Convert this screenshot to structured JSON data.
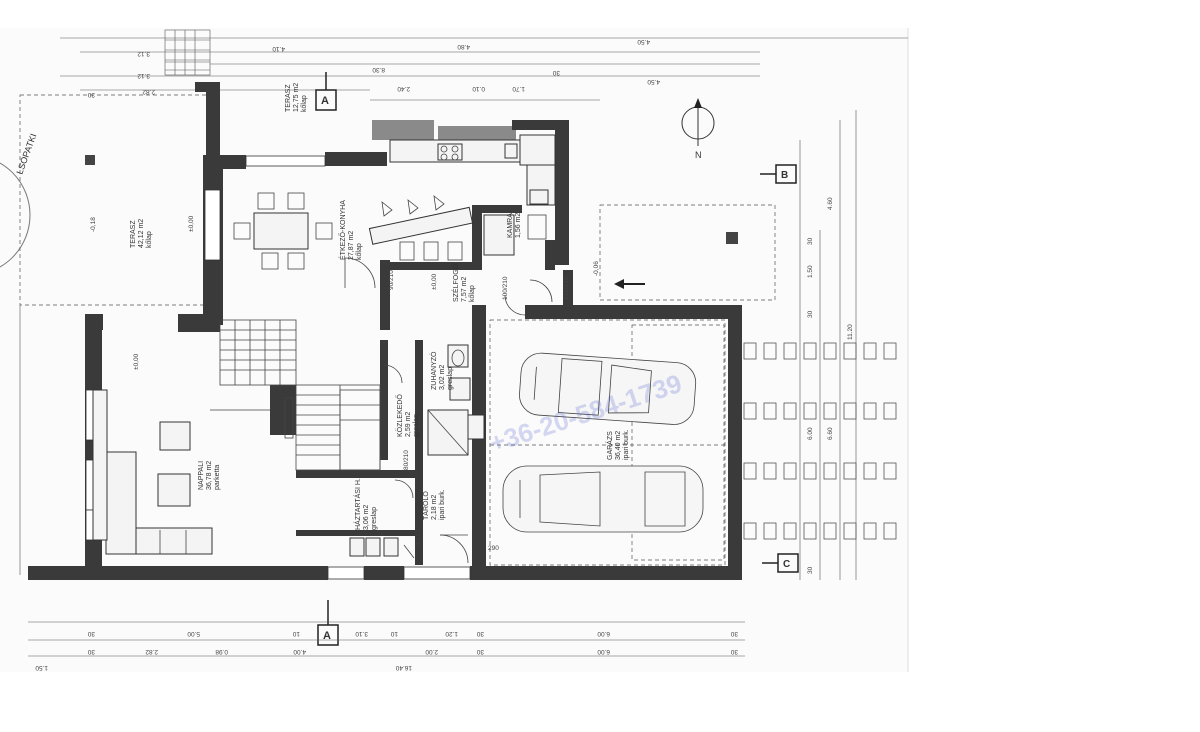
{
  "watermark": "+36-20-584-1739",
  "north_label": "N",
  "section_marks": {
    "A_top": "A",
    "A_bottom": "A",
    "B": "B",
    "C": "C"
  },
  "stamp_text": "LSÓPATKI",
  "rooms": {
    "terasz_small": {
      "name": "TERASZ",
      "area": "12,75 m2",
      "floor": "kőlap"
    },
    "terasz_large": {
      "name": "TERASZ",
      "area": "42,12 m2",
      "floor": "kőlap"
    },
    "etkezo_konyha": {
      "name": "ÉTKEZŐ-KONYHA",
      "area": "27,87 m2",
      "floor": "kőlap"
    },
    "kamra": {
      "name": "KAMRA",
      "area": "1,56 m2",
      "floor": "kőlap"
    },
    "szelfogo": {
      "name": "SZÉLFOGÓ",
      "area": "7,57 m2",
      "floor": "kőlap"
    },
    "nappali": {
      "name": "NAPPALI",
      "area": "36,78 m2",
      "floor": "parketta"
    },
    "kozlekedo": {
      "name": "KÖZLEKEDŐ",
      "area": "2,59 m2",
      "floor": "greslap"
    },
    "zuhanyzo": {
      "name": "ZUHANYZÓ",
      "area": "3,02 m2",
      "floor": "greslap"
    },
    "hazt_h": {
      "name": "HÁZTARTÁSI H.",
      "area": "3,06 m2",
      "floor": "greslap"
    },
    "tarolo": {
      "name": "TÁROLÓ",
      "area": "2,18 m2",
      "floor": "ipari burk."
    },
    "garazs": {
      "name": "GARÁZS",
      "area": "36,40 m2",
      "floor": "ipari burk."
    }
  },
  "levels": {
    "terasz": "-0,18",
    "etkezo": "±0,00",
    "szelfogo": "±0,00",
    "entry": "-0,06",
    "nappali": "±0,00"
  },
  "dims_top": [
    "4.80",
    "4.50",
    "4.10",
    "3.12",
    "3.12",
    "2.82",
    "30",
    "2.40",
    "0.10",
    "1.70",
    "30",
    "4.50",
    "8.30"
  ],
  "dims_bottom_row1": [
    "30",
    "5.00",
    "10",
    "3.10",
    "10",
    "1.20",
    "30",
    "6.00",
    "30"
  ],
  "dims_bottom_row2": [
    "30",
    "2.82",
    "0.98",
    "4.00",
    "2.00",
    "30",
    "6.00",
    "30"
  ],
  "dims_bottom_total": [
    "1.50",
    "16.40"
  ],
  "dims_right": [
    "4.60",
    "30",
    "1.50",
    "30",
    "11.20",
    "6.00",
    "6.60",
    "30"
  ],
  "opening_marks": [
    "90/210",
    "100/210",
    "210/210",
    "80/210",
    "70/210",
    "290"
  ]
}
